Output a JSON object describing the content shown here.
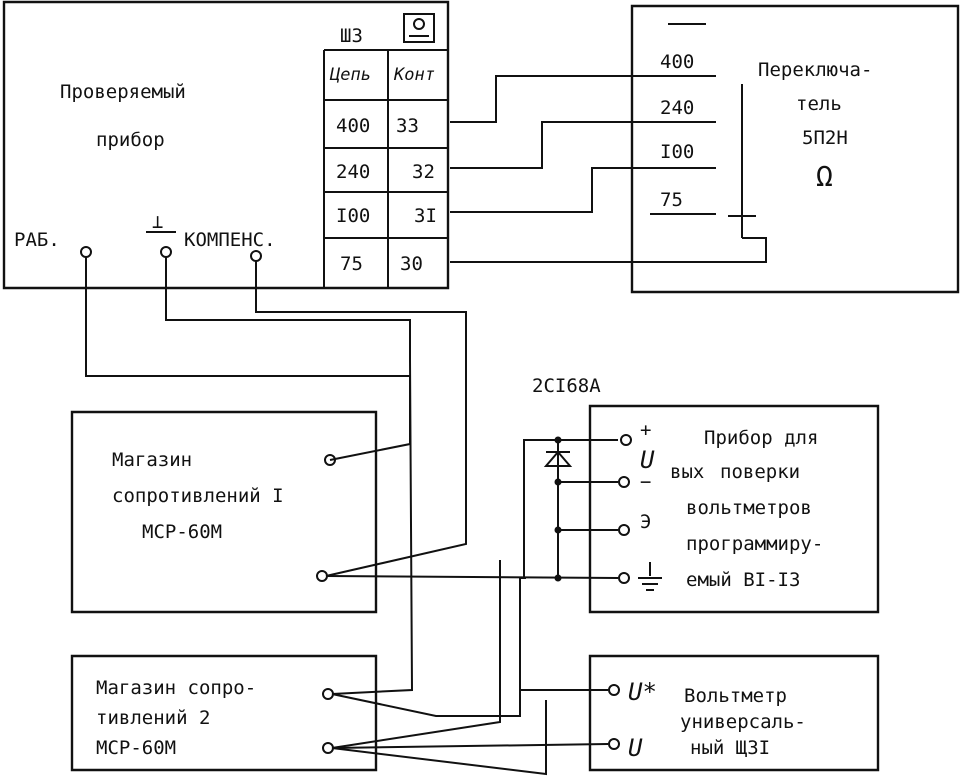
{
  "device_under_test": {
    "title_line1": "Проверяемый",
    "title_line2": "прибор",
    "terminal_work": "РАБ.",
    "terminal_ground_symbol": "⊥",
    "terminal_comp": "КОМПЕНС."
  },
  "connector_table": {
    "name": "Ш3",
    "icon": "connector-icon",
    "headers": [
      "Цепь",
      "Конт"
    ],
    "rows": [
      {
        "circuit": "400",
        "contact": "33"
      },
      {
        "circuit": "240",
        "contact": "32"
      },
      {
        "circuit": "I00",
        "contact": "3I"
      },
      {
        "circuit": "75",
        "contact": "30"
      }
    ]
  },
  "switch": {
    "positions": [
      "400",
      "240",
      "I00",
      "75"
    ],
    "title_line1": "Переключа-",
    "title_line2": "тель",
    "title_line3": "5П2Н",
    "unit": "Ω"
  },
  "diode_label": "2СI68А",
  "resistance_box_1": {
    "line1": "Магазин",
    "line2": "сопротивлений I",
    "line3": "МСР-60М"
  },
  "resistance_box_2": {
    "line1": "Магазин сопро-",
    "line2": "тивлений 2",
    "line3": "МСР-60М"
  },
  "voltmeter_tester": {
    "plus": "+",
    "u": "U",
    "minus": "−",
    "vyh_label": "вых",
    "e_terminal": "Э",
    "line1": "Прибор для",
    "line2": "поверки",
    "line3": "вольтметров",
    "line4": "программиру-",
    "line5": "емый BI-I3"
  },
  "voltmeter": {
    "u_star": "U*",
    "u": "U",
    "line1": "Вольтметр",
    "line2": "универсаль-",
    "line3": "ный Щ3I"
  }
}
